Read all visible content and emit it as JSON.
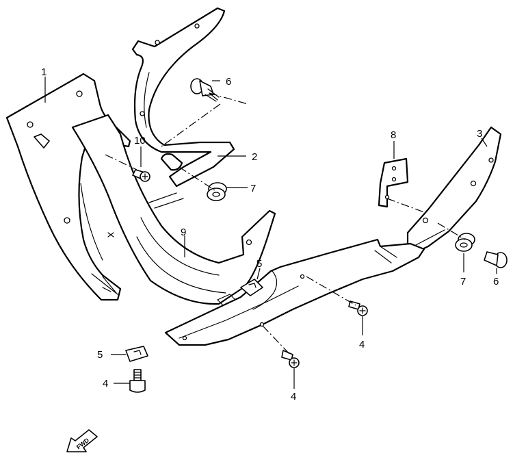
{
  "callouts": {
    "c1": "1",
    "c2": "2",
    "c3": "3",
    "c4a": "4",
    "c4b": "4",
    "c4c": "4",
    "c5a": "5",
    "c5b": "5",
    "c6a": "6",
    "c6b": "6",
    "c7a": "7",
    "c7b": "7",
    "c8": "8",
    "c9": "9",
    "c10": "10"
  },
  "direction_arrow": {
    "label": "FWD"
  },
  "colors": {
    "line": "#000000",
    "background": "#ffffff"
  }
}
